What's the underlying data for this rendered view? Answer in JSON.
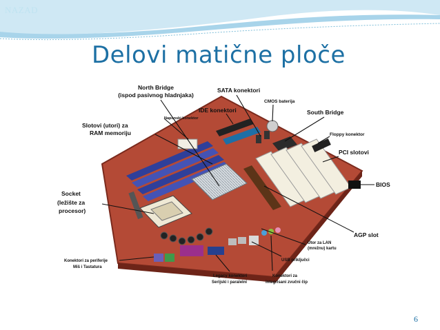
{
  "nav": {
    "back_label": "NAZAD"
  },
  "slide": {
    "title": "Delovi matične ploče",
    "page_number": "6"
  },
  "colors": {
    "accent": "#1d70a4",
    "wave": "#a8d4ea",
    "board": "#b44a36",
    "ram_slot": "#2f3f9a",
    "pci_slot": "#f3efe0"
  },
  "figure": {
    "labels": {
      "north_bridge_1": "North Bridge",
      "north_bridge_2": "(ispod pasivnog hladnjaka)",
      "sata": "SATA konektori",
      "cmos": "CMOS baterija",
      "ide": "IDE konektori",
      "south_bridge": "South Bridge",
      "power": "Naponski konektor",
      "floppy": "Floppy konektor",
      "ram_1": "Slotovi (utori) za",
      "ram_2": "RAM memoriju",
      "pci": "PCI slotovi",
      "bios": "BIOS",
      "socket_1": "Socket",
      "socket_2": "(ležište za",
      "socket_3": "procesor)",
      "agp": "AGP slot",
      "lan_1": "Utor za LAN",
      "lan_2": "(mrežnu) kartu",
      "usb": "USB priključci",
      "periph_1": "Konektori za periferije",
      "periph_2": "Miš i Tastatura",
      "legacy_1": "Legacy konektori",
      "legacy_2": "Serijski i paralelni",
      "audio_1": "Konektori za",
      "audio_2": "integrisani zvučni čip"
    }
  }
}
